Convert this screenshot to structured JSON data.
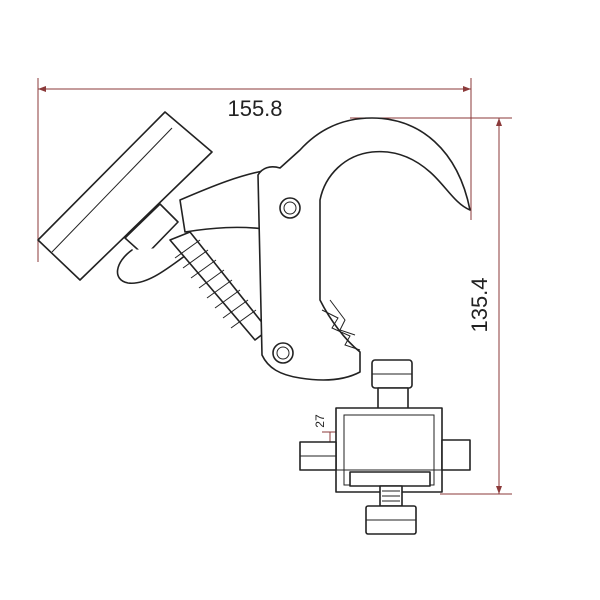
{
  "dimensions": {
    "width_label": "155.8",
    "height_label": "135.4",
    "small_label": "27"
  },
  "colors": {
    "outline": "#222222",
    "dimension_line": "#8b3a3a",
    "background": "#ffffff"
  }
}
